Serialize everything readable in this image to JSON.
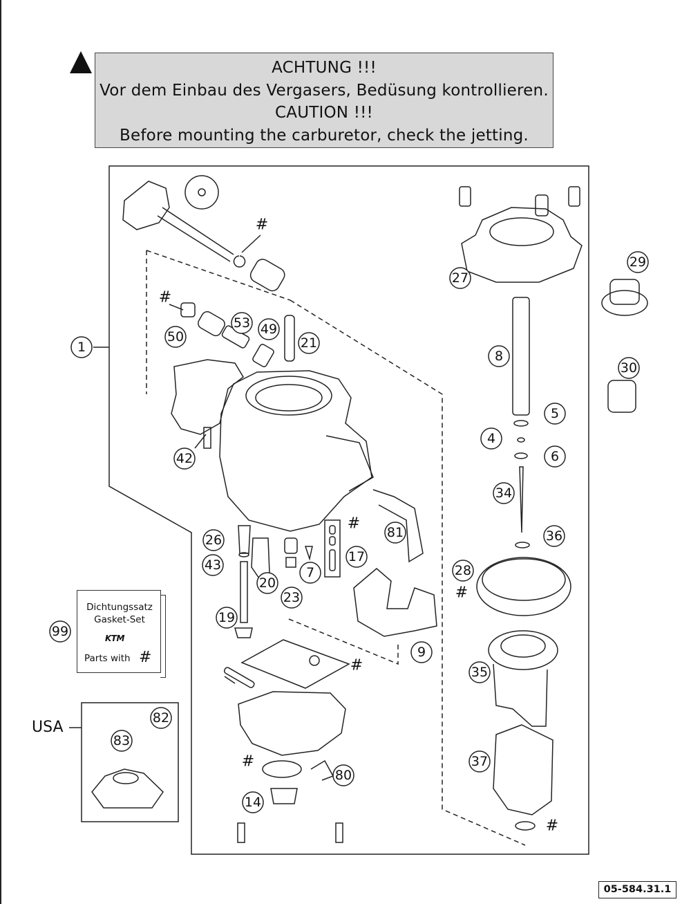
{
  "caution": {
    "line1": "ACHTUNG !!!",
    "line2": "Vor dem Einbau des Vergasers, Bedüsung kontrollieren.",
    "line3": "CAUTION !!!",
    "line4": "Before mounting the carburetor, check the jetting."
  },
  "callouts": {
    "c1": "1",
    "c4": "4",
    "c5": "5",
    "c6": "6",
    "c7": "7",
    "c8": "8",
    "c9": "9",
    "c14": "14",
    "c17": "17",
    "c19": "19",
    "c20": "20",
    "c21": "21",
    "c23": "23",
    "c26": "26",
    "c27": "27",
    "c28": "28",
    "c29": "29",
    "c30": "30",
    "c34": "34",
    "c35": "35",
    "c36": "36",
    "c37": "37",
    "c42": "42",
    "c43": "43",
    "c49": "49",
    "c50": "50",
    "c53": "53",
    "c80": "80",
    "c81": "81",
    "c82": "82",
    "c83": "83",
    "c99": "99"
  },
  "hash_marker": "#",
  "gasket_set": {
    "line1": "Dichtungssatz",
    "line2": "Gasket-Set",
    "logo": "KTM",
    "line3": "Parts with",
    "hash": "#"
  },
  "usa_label": "USA",
  "document_code": "05-584.31.1"
}
